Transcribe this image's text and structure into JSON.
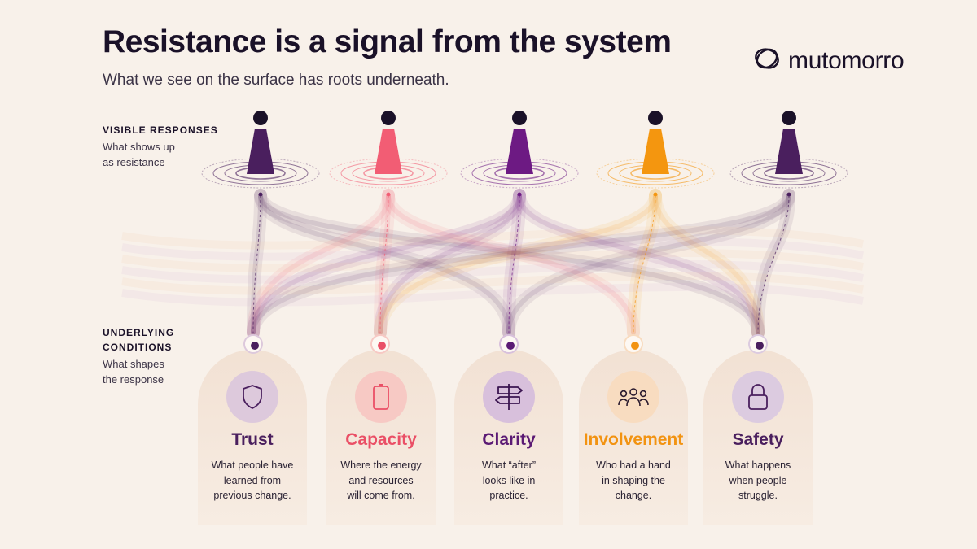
{
  "header": {
    "title": "Resistance is a signal from the system",
    "subtitle": "What we see on the surface has roots underneath."
  },
  "brand": {
    "name": "mutomorro",
    "icon": "loop-rings-logo-icon"
  },
  "visible": {
    "heading": "VISIBLE RESPONSES",
    "desc1": "What shows up",
    "desc2": "as resistance"
  },
  "underlying": {
    "heading1": "UNDERLYING",
    "heading2": "CONDITIONS",
    "desc1": "What shapes",
    "desc2": "the response"
  },
  "figures": [
    {
      "color": "#4a1f5e"
    },
    {
      "color": "#f25d74"
    },
    {
      "color": "#6d1a83"
    },
    {
      "color": "#f4960f"
    },
    {
      "color": "#4a1f5e"
    }
  ],
  "conditions": [
    {
      "title": "Trust",
      "color": "#4a1f5e",
      "bg": "#ddc9dc",
      "icon": "shield-icon",
      "desc": [
        "What people have",
        "learned from",
        "previous change."
      ]
    },
    {
      "title": "Capacity",
      "color": "#ea4f66",
      "bg": "#f7c9c4",
      "icon": "battery-icon",
      "desc": [
        "Where the energy",
        "and resources",
        "will come from."
      ]
    },
    {
      "title": "Clarity",
      "color": "#5b1a74",
      "bg": "#d8c0dc",
      "icon": "signpost-icon",
      "desc": [
        "What “after”",
        "looks like in",
        "practice."
      ]
    },
    {
      "title": "Involvement",
      "color": "#f29312",
      "bg": "#f8dcc0",
      "icon": "people-group-icon",
      "desc": [
        "Who had a hand",
        "in shaping the",
        "change."
      ]
    },
    {
      "title": "Safety",
      "color": "#4a1f5e",
      "bg": "#dccbe0",
      "icon": "padlock-icon",
      "desc": [
        "What happens",
        "when people",
        "struggle."
      ]
    }
  ]
}
